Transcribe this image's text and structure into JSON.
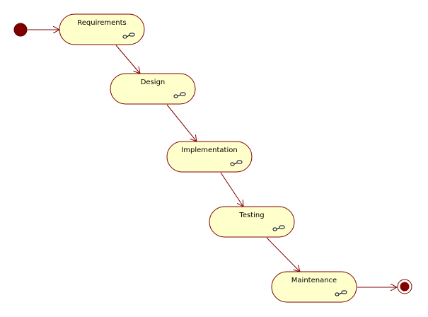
{
  "diagram": {
    "type": "uml-activity-diagram",
    "start": {
      "kind": "initial-node"
    },
    "states": [
      {
        "id": "requirements",
        "label": "Requirements",
        "icon": "subactivity-icon"
      },
      {
        "id": "design",
        "label": "Design",
        "icon": "subactivity-icon"
      },
      {
        "id": "implementation",
        "label": "Implementation",
        "icon": "subactivity-icon"
      },
      {
        "id": "testing",
        "label": "Testing",
        "icon": "subactivity-icon"
      },
      {
        "id": "maintenance",
        "label": "Maintenance",
        "icon": "subactivity-icon"
      }
    ],
    "end": {
      "kind": "final-node"
    },
    "transitions": [
      {
        "from": "start",
        "to": "requirements"
      },
      {
        "from": "requirements",
        "to": "design"
      },
      {
        "from": "design",
        "to": "implementation"
      },
      {
        "from": "implementation",
        "to": "testing"
      },
      {
        "from": "testing",
        "to": "maintenance"
      },
      {
        "from": "maintenance",
        "to": "end"
      }
    ]
  },
  "colors": {
    "state_fill": "#ffffcc",
    "state_stroke": "#800000",
    "arrow": "#800000",
    "node_fill": "#800000"
  }
}
